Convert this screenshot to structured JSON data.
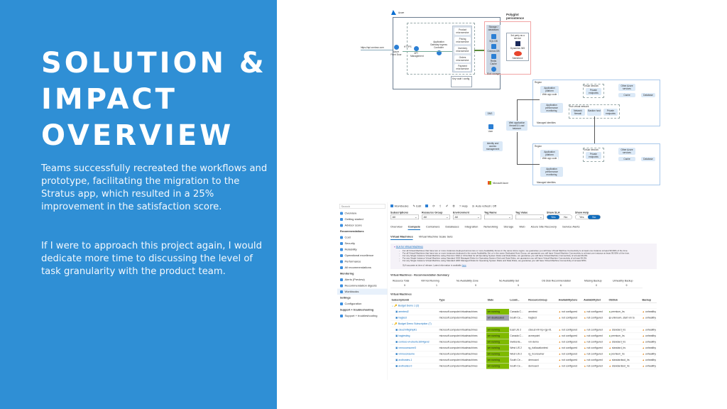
{
  "slide": {
    "title_lines": [
      "SOLUTION &",
      "IMPACT",
      "OVERVIEW"
    ],
    "paragraph1": "Teams successfully recreated the workflows and prototype, facilitating the migration to the Stratus app, which resulted in a 25% improvement in the satisfaction score.",
    "paragraph2": "If I were to approach this project again, I would dedicate more time to discussing the level of task granularity with the product team.",
    "colors": {
      "panel": "#2f8fd5",
      "accent": "#0f6cbd",
      "running": "#7fba00"
    }
  },
  "diagram": {
    "azure_label": "Azure",
    "url": "https://api.contoso.com",
    "front_door": "Azure Front Door",
    "api_mgmt": "API Management",
    "https": "HTTPS",
    "app_gateway": "Application Gateway Ingress Controller",
    "microservices": [
      "Product microservice",
      "Pricing microservice",
      "Inventory microservice",
      "Orders microservice",
      "Payment microservice"
    ],
    "polyglot": "Polyglot persistence",
    "storage_title": "Storage / databases",
    "stores": [
      "SQL DB",
      "Cosmos DB",
      "Redis Cache",
      "Blob storage"
    ],
    "third_party": "3rd party as a service",
    "dynamics": "Dynamics 365",
    "salesforce": "Salesforce",
    "keyvault": "Key vault / config",
    "region": "Region",
    "app_platform": "Application platform",
    "web_app": "Web app code",
    "apm": "Application performance monitoring",
    "vnet": "Virtual network",
    "private_endpoints": "Private endpoints",
    "other_services": "Other Azure services",
    "cache": "Cache",
    "database": "Database",
    "hub_vnet": "Hub virtual network",
    "firewall": "Network firewall",
    "bastion": "Bastion host",
    "managed_identities": "Managed identities",
    "dns": "DNS",
    "user": "User",
    "waf": "Web application firewall & Load balancer",
    "iam": "Identity and access management",
    "ms_azure": "Microsoft Azure"
  },
  "dashboard": {
    "search_placeholder": "Search",
    "sidebar": [
      {
        "type": "item",
        "label": "Overview"
      },
      {
        "type": "item",
        "label": "Getting started"
      },
      {
        "type": "item",
        "label": "Advisor score"
      },
      {
        "type": "head",
        "label": "Recommendations"
      },
      {
        "type": "item",
        "label": "Cost"
      },
      {
        "type": "item",
        "label": "Security"
      },
      {
        "type": "item",
        "label": "Reliability"
      },
      {
        "type": "item",
        "label": "Operational excellence"
      },
      {
        "type": "item",
        "label": "Performance"
      },
      {
        "type": "item",
        "label": "All recommendations"
      },
      {
        "type": "head",
        "label": "Monitoring"
      },
      {
        "type": "item",
        "label": "Alerts (Preview)"
      },
      {
        "type": "item",
        "label": "Recommendation digests"
      },
      {
        "type": "item",
        "label": "Workbooks",
        "selected": true
      },
      {
        "type": "head",
        "label": "Settings"
      },
      {
        "type": "item",
        "label": "Configuration"
      },
      {
        "type": "head",
        "label": "Support + troubleshooting"
      },
      {
        "type": "item",
        "label": "Support + troubleshooting"
      }
    ],
    "toolbar": [
      "Workbooks",
      "Edit",
      "",
      "",
      "",
      "",
      "",
      "Help",
      "Auto refresh: Off"
    ],
    "filters": [
      {
        "label": "Subscriptions",
        "value": "All"
      },
      {
        "label": "Resource Group",
        "value": "All"
      },
      {
        "label": "Environment",
        "value": "All"
      },
      {
        "label": "Tag Name",
        "value": ""
      },
      {
        "label": "Tag Value",
        "value": ""
      }
    ],
    "show_sla": {
      "label": "Show SLA",
      "options": [
        "Yes",
        "No"
      ],
      "selected": "Yes"
    },
    "show_help": {
      "label": "Show Help",
      "options": [
        "Yes",
        "No"
      ],
      "selected": "No"
    },
    "tabs": [
      "Overview",
      "Compute",
      "Containers",
      "Databases",
      "Integration",
      "Networking",
      "Storage",
      "Web",
      "Azure Site Recovery",
      "Service Alerts"
    ],
    "active_tab": "Compute",
    "subtabs": [
      "Virtual Machines",
      "Virtual Machine Scale Sets"
    ],
    "info": {
      "link": "SLA for Virtual Machines",
      "bullets": [
        "For all Virtual Machines that have two or more instances deployed across two or more Availability Zones in the same Azure region, we guarantee you will have Virtual Machine Connectivity to at least one instance at least 99.99% of the time.",
        "For all Virtual Machines that have two or more instances deployed in the same Availability Set or in the same Dedicated Host Group, we guarantee you will have Virtual Machine Connectivity to at least one instance at least 99.95% of the time.",
        "For any Single Instance Virtual Machine using Premium SSD or Ultra Disk for all Operating System Disks and Data Disks, we guarantee you will have Virtual Machine Connectivity of at least 99.9%.",
        "For any Single Instance Virtual Machine using Standard SSD Managed Disks for Operating System Disk and Data Disks, we guarantee you will have Virtual Machine Connectivity of at least 99.5%.",
        "For any Single Instance Virtual Machine using Standard HDD Managed Disks for Operating System Disks and Data Disks, we guarantee you will have Virtual Machine Connectivity of at least 95%."
      ],
      "note": "SLA accurate at time of release. Latest information is available",
      "note_link": "here"
    },
    "summary_title": "Virtual Machines - Recommendation Summary",
    "summary_headers": [
      "Resource Total",
      "VM Not Running",
      "No Availability Zone",
      "No Availability Set",
      "OS Disk Recommendation",
      "Missing Backup",
      "Unhealthy Backup"
    ],
    "summary_values": [
      "9",
      "1",
      "9",
      "9",
      "6",
      "0",
      "9"
    ],
    "vm_title": "Virtual Machines",
    "table_headers": [
      "SubscriptionId",
      "Type",
      "State",
      "Locati...",
      "ResourceGroup",
      "AvailabilityZone",
      "AvailabilitySet",
      "OSDisk",
      "Backup"
    ],
    "groups": [
      {
        "name": "Budget Demo 1 (2)",
        "rows": [
          {
            "name": "aemtest2",
            "type": "microsoft.compute/virtualmachines",
            "state": "vm running",
            "loc": "Canada C...",
            "rg": "aemtest",
            "zone": "not configured",
            "set": "not configured",
            "disk": "premium_lrs",
            "disk_ok": true,
            "backup": "unhealthy"
          },
          {
            "name": "hagtest",
            "type": "microsoft.compute/virtualmachines",
            "state": "vm deallocated",
            "loc": "South Ce...",
            "rg": "hagtest",
            "zone": "not configured",
            "set": "not configured",
            "disk": "unknown, start vm to",
            "disk_ok": null,
            "backup": "unhealthy"
          }
        ]
      },
      {
        "name": "Budget Demo Subscription (7)",
        "rows": [
          {
            "name": "cteu2mfbgtmptl1",
            "type": "microsoft.compute/virtualmachines",
            "state": "vm running",
            "loc": "East US 2",
            "rg": "ctseu2-inf-mp-rgp-01",
            "zone": "not configured",
            "set": "not configured",
            "disk": "standard_lrs",
            "disk_ok": false,
            "backup": "unhealthy"
          },
          {
            "name": "hagtesting",
            "type": "microsoft.compute/virtualmachines",
            "state": "vm running",
            "loc": "Canada C...",
            "rg": "acmepoint",
            "zone": "not configured",
            "set": "not configured",
            "disk": "premium_lrs",
            "disk_ok": true,
            "backup": "unhealthy"
          },
          {
            "name": "contoso-vl-ubuntu1604gen2",
            "type": "microsoft.compute/virtualmachines",
            "state": "vm running",
            "loc": "Switzerla...",
            "rg": "vm-demo",
            "zone": "not configured",
            "set": "not configured",
            "disk": "standard_lrs",
            "disk_ok": false,
            "backup": "unhealthy"
          },
          {
            "name": "vmnoconsume3",
            "type": "microsoft.compute/virtualmachines",
            "state": "vm running",
            "loc": "West US 2",
            "rg": "rg_riallocationtest",
            "zone": "not configured",
            "set": "not configured",
            "disk": "standard_lrs",
            "disk_ok": false,
            "backup": "unhealthy"
          },
          {
            "name": "vmnoconsume",
            "type": "microsoft.compute/virtualmachines",
            "state": "vm running",
            "loc": "West US 2",
            "rg": "rg_riconsumer",
            "zone": "not configured",
            "set": "not configured",
            "disk": "premium_lrs",
            "disk_ok": true,
            "backup": "unhealthy"
          },
          {
            "name": "avdhostes-1",
            "type": "microsoft.compute/virtualmachines",
            "state": "vm running",
            "loc": "South Ce...",
            "rg": "demoavd",
            "zone": "not configured",
            "set": "not configured",
            "disk": "standardssd_lrs",
            "disk_ok": false,
            "backup": "unhealthy"
          },
          {
            "name": "avdhostes-0",
            "type": "microsoft.compute/virtualmachines",
            "state": "vm running",
            "loc": "South Ce...",
            "rg": "demoavd",
            "zone": "not configured",
            "set": "not configured",
            "disk": "standardssd_lrs",
            "disk_ok": false,
            "backup": "unhealthy"
          }
        ]
      }
    ]
  }
}
